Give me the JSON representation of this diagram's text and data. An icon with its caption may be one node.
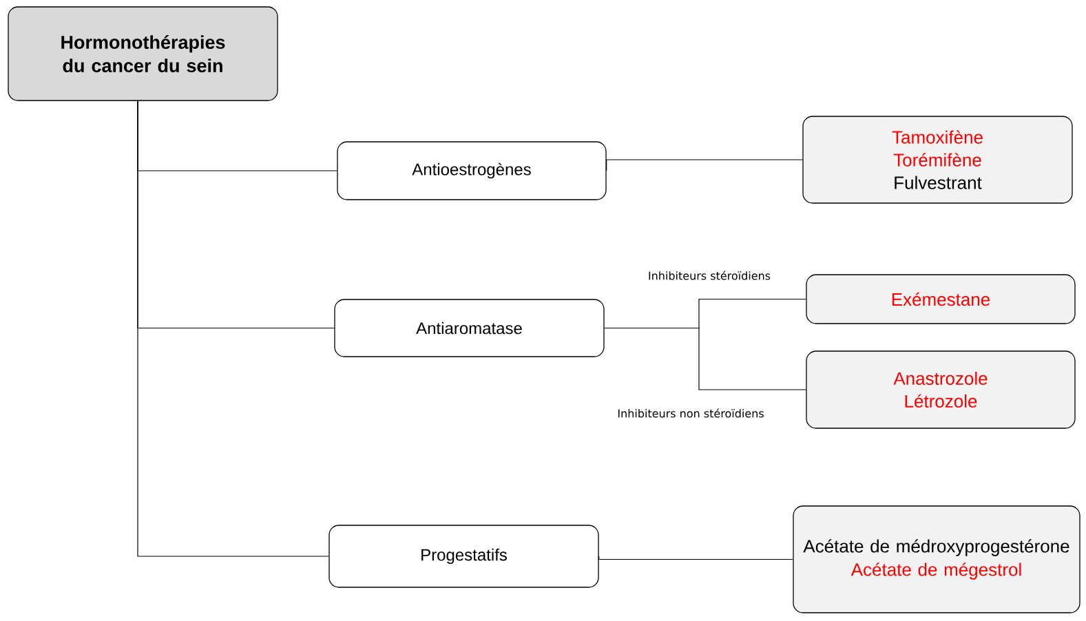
{
  "diagram": {
    "nodes": [
      {
        "text": [
          "Hormonothérapies du cancer du sein"
        ]
      },
      {
        "text": [
          "Antioestrogènes"
        ]
      },
      {
        "text": [
          "Tamoxifène",
          "Torémifène",
          "Fulvestrant"
        ]
      },
      {
        "text": [
          "Antiaromatase"
        ]
      },
      {
        "text": [
          "Exémestane"
        ]
      },
      {
        "text": [
          "Anastrozole",
          "Létrozole"
        ]
      },
      {
        "text": [
          "Progestatifs"
        ]
      },
      {
        "text": [
          "Acétate de médroxyprogestérone",
          "Acétate de mégestrol"
        ]
      }
    ],
    "edges": [
      {
        "from": 0,
        "to": 1,
        "arrow": "none"
      },
      {
        "from": 0,
        "to": 3,
        "arrow": "none"
      },
      {
        "from": 0,
        "to": 6,
        "arrow": "none"
      },
      {
        "from": 1,
        "to": 2,
        "arrow": "none"
      },
      {
        "from": 3,
        "to": 4,
        "arrow": "none",
        "label": "Inhibiteurs stéroïdiens"
      },
      {
        "from": 3,
        "to": 5,
        "arrow": "none",
        "label": "Inhibiteurs non stéroïdiens"
      },
      {
        "from": 6,
        "to": 7,
        "arrow": "none"
      }
    ]
  }
}
